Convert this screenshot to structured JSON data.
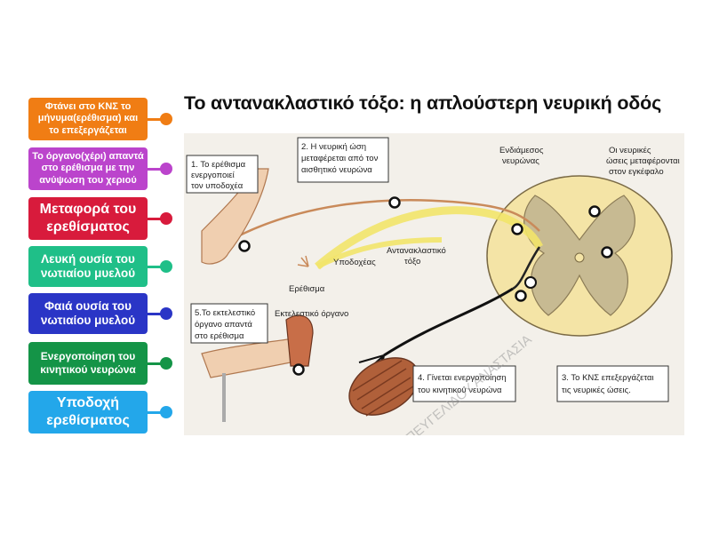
{
  "title": "Το αντανακλαστικό τόξο: η απλούστερη νευρική οδός",
  "labels": [
    {
      "text": "Φτάνει στο ΚΝΣ το μήνυμα(ερέθισμα) και το επεξεργάζεται",
      "color": "#f07d14"
    },
    {
      "text": "Το όργανο(χέρι) απαντά στο ερέθισμα με την ανύψωση του χεριού",
      "color": "#bb44cc"
    },
    {
      "text": "Μεταφορά του ερεθίσματος",
      "color": "#d81b3c"
    },
    {
      "text": "Λευκή ουσία του νωτιαίου μυελού",
      "color": "#1fbf88"
    },
    {
      "text": "Φαιά ουσία του νωτιαίου μυελού",
      "color": "#2a35c6"
    },
    {
      "text": "Ενεργοποίηση του κινητικού νευρώνα",
      "color": "#149447"
    },
    {
      "text": "Υποδοχή ερεθίσματος",
      "color": "#23a7ea"
    }
  ],
  "diagram": {
    "box1": [
      "1. Το ερέθισμα",
      "ενεργοποιεί",
      "τον υποδοχέα"
    ],
    "box2": [
      "2. Η νευρική ώση",
      "μεταφέρεται από τον",
      "αισθητικό νευρώνα"
    ],
    "box3": [
      "3. Το ΚΝΣ επεξεργάζεται",
      "τις νευρικές ώσεις."
    ],
    "box4": [
      "4. Γίνεται ενεργοποίηση",
      "του κινητικού νευρώνα"
    ],
    "box5": [
      "5.Το εκτελεστικό",
      "όργανο απαντά",
      "στο ερέθισμα"
    ],
    "interneuron": [
      "Ενδιάμεσος",
      "νευρώνας"
    ],
    "to_brain": [
      "Οι νευρικές",
      "ώσεις μεταφέρονται",
      "στον εγκέφαλο"
    ],
    "receptor": "Υποδοχέας",
    "stimulus": "Ερέθισμα",
    "reflex_arc": [
      "Αντανακλαστικό",
      "τόξο"
    ],
    "effector": "Εκτελεστικό όργανο",
    "watermark": "ΠΕΥΓΕΛΙΔΟΥ ΑΝΑΣΤΑΣΙΑ"
  }
}
